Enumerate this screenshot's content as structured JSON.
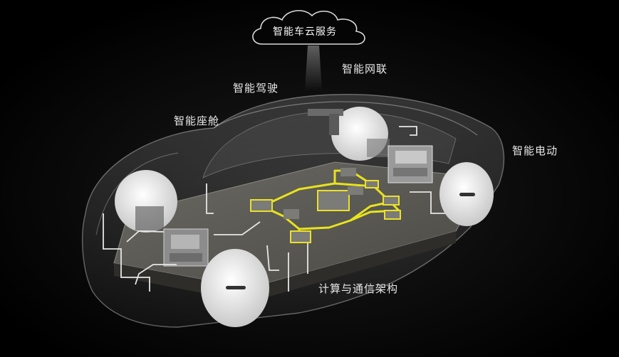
{
  "diagram": {
    "cloud": {
      "label": "智能车云服务"
    },
    "labels": {
      "connectivity": "智能网联",
      "driving": "智能驾驶",
      "cockpit": "智能座舱",
      "powertrain": "智能电动",
      "architecture": "计算与通信架构"
    },
    "colors": {
      "background": "#000000",
      "network_highlight": "#e8e31c",
      "wire": "#e6e6e6",
      "platform": "#5a5953",
      "tire": "#e9e9e9",
      "text": "#e8e8e8"
    }
  }
}
